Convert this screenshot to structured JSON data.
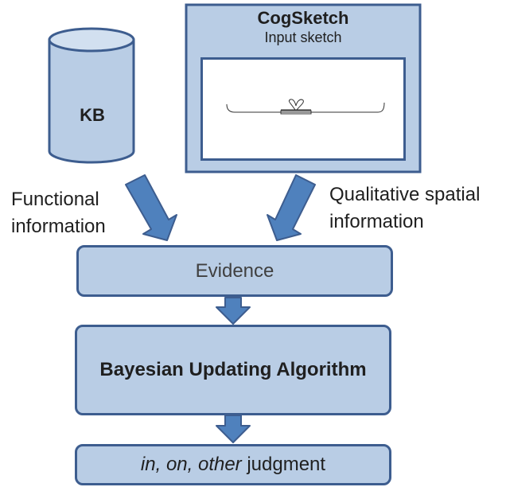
{
  "kb": {
    "label": "KB"
  },
  "cogsketch": {
    "title": "CogSketch",
    "subtitle": "Input sketch"
  },
  "arrows": {
    "left_label_line1": "Functional",
    "left_label_line2": "information",
    "right_label_line1": "Qualitative spatial",
    "right_label_line2": "information"
  },
  "evidence": {
    "label": "Evidence"
  },
  "algorithm": {
    "label": "Bayesian Updating Algorithm"
  },
  "judgment": {
    "italic_part": "in, on, other",
    "rest": " judgment"
  },
  "colors": {
    "fill": "#b9cde5",
    "stroke": "#3d5d8f",
    "arrow_fill": "#4f81bd"
  }
}
